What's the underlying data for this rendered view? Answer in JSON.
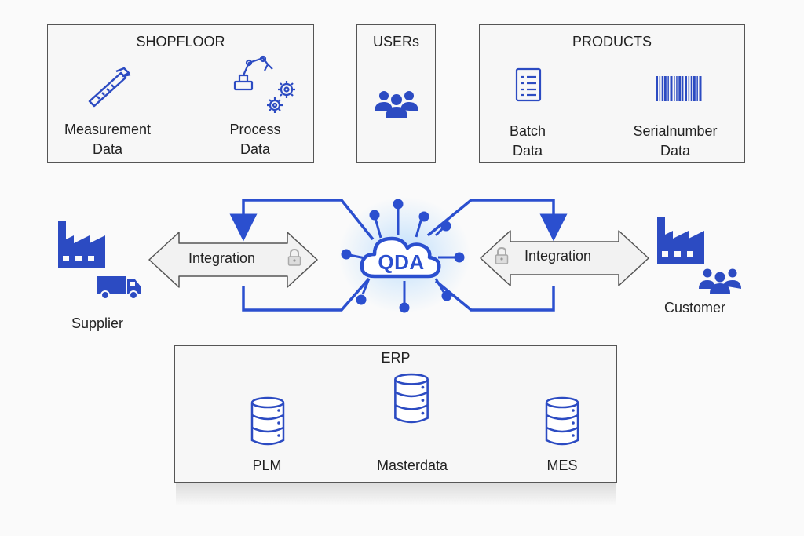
{
  "colors": {
    "accent": "#2b4fcf",
    "icon_blue": "#2c4bc2",
    "border": "#555555",
    "text": "#222222",
    "arrow_fill": "#f2f2f2"
  },
  "shopfloor": {
    "title": "SHOPFLOOR",
    "items": [
      {
        "icon": "caliper-icon",
        "line1": "Measurement",
        "line2": "Data"
      },
      {
        "icon": "robot-arm-gears-icon",
        "line1": "Process",
        "line2": "Data"
      }
    ]
  },
  "users": {
    "title": "USERs",
    "icon": "users-group-icon"
  },
  "products": {
    "title": "PRODUCTS",
    "items": [
      {
        "icon": "checklist-icon",
        "line1": "Batch",
        "line2": "Data"
      },
      {
        "icon": "barcode-icon",
        "line1": "Serialnumber",
        "line2": "Data"
      }
    ]
  },
  "left_integration": {
    "label": "Integration",
    "icon": "lock-icon"
  },
  "right_integration": {
    "label": "Integration",
    "icon": "lock-icon"
  },
  "center": {
    "label": "QDA",
    "icon": "cloud-circuit-icon"
  },
  "supplier": {
    "label": "Supplier",
    "icon": "factory-truck-icon"
  },
  "customer": {
    "label": "Customer",
    "icon": "factory-users-icon"
  },
  "erp": {
    "title": "ERP",
    "items": [
      {
        "icon": "database-icon",
        "label": "PLM"
      },
      {
        "icon": "database-icon",
        "label": "Masterdata"
      },
      {
        "icon": "database-icon",
        "label": "MES"
      }
    ]
  }
}
